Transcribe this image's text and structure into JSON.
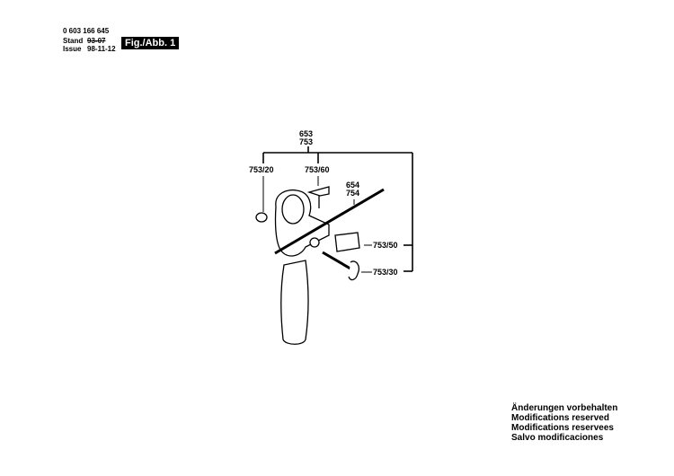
{
  "header": {
    "part_number": "0 603 166 645",
    "stand_label": "Stand",
    "stand_value": "93-07",
    "issue_label": "Issue",
    "issue_value": "98-11-12",
    "figure_label": "Fig./Abb. 1"
  },
  "callouts": {
    "group_top_a": "653",
    "group_top_b": "753",
    "nut": "753/20",
    "wing_screw": "753/60",
    "rod_a": "654",
    "rod_b": "754",
    "block": "753/50",
    "clamp_screw": "753/30"
  },
  "notes": [
    "Änderungen vorbehalten",
    "Modifications reserved",
    "Modifications reservees",
    "Salvo modificaciones"
  ]
}
